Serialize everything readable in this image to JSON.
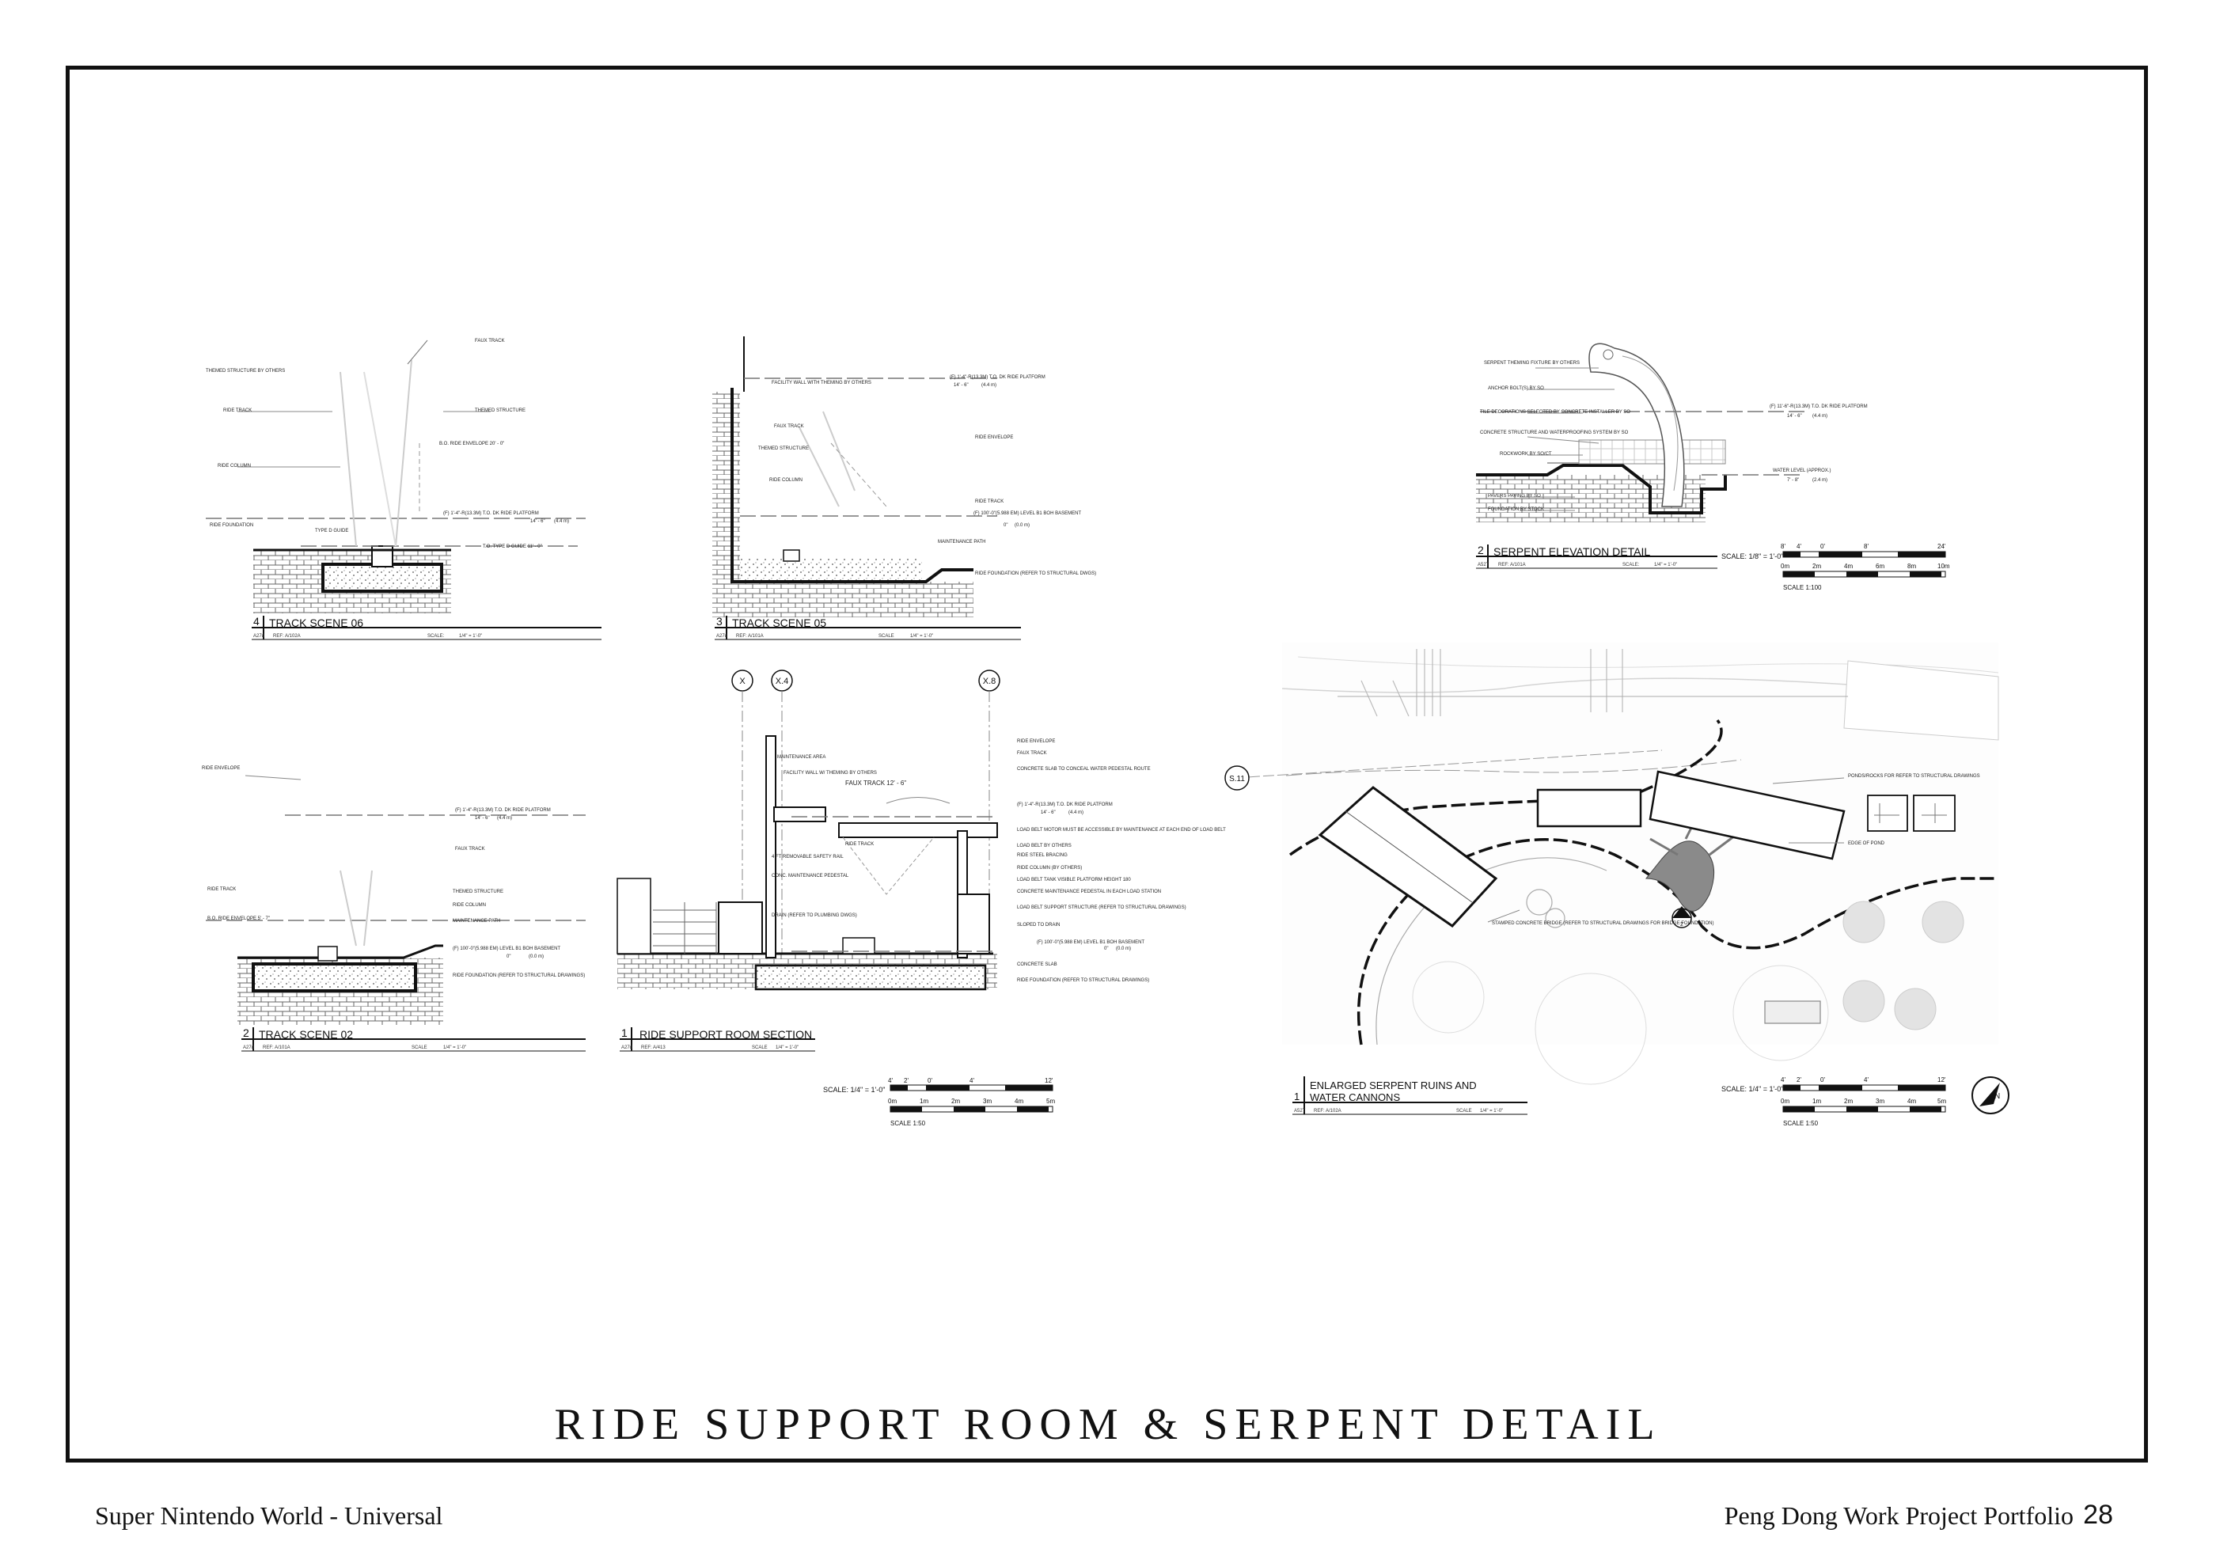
{
  "page": {
    "title": "RIDE SUPPORT ROOM & SERPENT DETAIL",
    "footer_left": "Super Nintendo World - Universal",
    "footer_right": "Peng Dong Work Project Portfolio",
    "page_number": "28"
  },
  "drawings": {
    "track_scene_06": {
      "number": "4",
      "title": "TRACK SCENE 06",
      "sheet": "A27d",
      "ref": "REF: A/102A",
      "scale_label": "SCALE:",
      "scale": "1/4\" = 1'-0\"",
      "notes": [
        "FAUX TRACK",
        "THEMED STRUCTURE BY OTHERS",
        "THEMED STRUCTURE",
        "RIDE TRACK",
        "B.O. RIDE ENVELOPE 20' - 0\"",
        "RIDE COLUMN",
        "(F) 1'-4\"-R(13.3M) T.O. DK RIDE PLATFORM",
        "14' - 6\"",
        "(4.4 m)",
        "RIDE FOUNDATION",
        "TYPE D GUIDE",
        "T.O. TYPE D GUIDE 11' - 0\""
      ]
    },
    "track_scene_05": {
      "number": "3",
      "title": "TRACK SCENE 05",
      "sheet": "A27d",
      "ref": "REF: A/101A",
      "scale_label": "SCALE",
      "scale": "1/4\" = 1'-0\"",
      "notes": [
        "FACILITY WALL WITH THEMING BY OTHERS",
        "(F) 1'-4\"-R(13.3M) T.O. DK RIDE PLATFORM",
        "14' - 6\"",
        "(4.4 m)",
        "FAUX TRACK",
        "RIDE ENVELOPE",
        "THEMED STRUCTURE",
        "RIDE COLUMN",
        "RIDE TRACK",
        "(F) 100'-0\"(5.988 EM) LEVEL B1 BOH BASEMENT",
        "0\"",
        "(0.0 m)",
        "MAINTENANCE PATH",
        "RIDE FOUNDATION (REFER TO STRUCTURAL DWGS)"
      ]
    },
    "track_scene_02": {
      "number": "2",
      "title": "TRACK SCENE 02",
      "sheet": "A27d",
      "ref": "REF: A/101A",
      "scale_label": "SCALE",
      "scale": "1/4\" = 1'-0\"",
      "notes": [
        "RIDE ENVELOPE",
        "(F) 1'-4\"-R(13.3M) T.O. DK RIDE PLATFORM",
        "14' - 6\"",
        "(4.4 m)",
        "FAUX TRACK",
        "RIDE TRACK",
        "THEMED STRUCTURE",
        "RIDE COLUMN",
        "B.O. RIDE ENVELOPE 5' - 7\"",
        "MAINTENANCE PATH",
        "(F) 100'-0\"(5.988 EM) LEVEL B1 BOH BASEMENT",
        "0\"",
        "(0.0 m)",
        "RIDE FOUNDATION (REFER TO STRUCTURAL DRAWINGS)"
      ]
    },
    "ride_support_room_section": {
      "number": "1",
      "title": "RIDE SUPPORT ROOM SECTION",
      "sheet": "A27d",
      "ref": "REF: A/413",
      "scale_label": "SCALE",
      "scale": "1/4\" = 1'-0\"",
      "grid_labels": [
        "X",
        "X.4",
        "X.8"
      ],
      "notes": [
        "RIDE ENVELOPE",
        "FAUX TRACK",
        "CONCRETE SLAB TO CONCEAL WATER PEDESTAL ROUTE",
        "MAINTENANCE AREA",
        "FACILITY WALL W/ THEMING BY OTHERS",
        "FAUX TRACK 12' - 6\"",
        "(F) 1'-4\"-R(13.3M) T.O. DK RIDE PLATFORM",
        "14' - 6\"",
        "(4.4 m)",
        "LOAD BELT MOTOR MUST BE ACCESSIBLE BY MAINTENANCE AT EACH END OF LOAD BELT",
        "RIDE TRACK",
        "LOAD BELT BY OTHERS",
        "RIDE STEEL BRACING",
        "RIDE COLUMN (BY OTHERS)",
        "LOAD BELT TANK VISIBLE PLATFORM HEIGHT 180",
        "CONCRETE MAINTENANCE PEDESTAL IN EACH LOAD STATION",
        "LOAD BELT SUPPORT STRUCTURE (REFER TO STRUCTURAL DRAWINGS)",
        "SLOPED TO DRAIN",
        "(F) 100'-0\"(5.988 EM) LEVEL B1 BOH BASEMENT",
        "0\"",
        "(0.0 m)",
        "CONCRETE SLAB",
        "RIDE FOUNDATION (REFER TO STRUCTURAL DRAWINGS)",
        "DRAIN (REFER TO PLUMBING DWGS)",
        "4 FT REMOVABLE SAFETY RAIL",
        "CONC. MAINTENANCE PEDESTAL"
      ],
      "scale_bar": {
        "label": "SCALE: 1/4\" = 1'-0\"",
        "imperial": [
          "4'",
          "2'",
          "0'",
          "4'",
          "12'"
        ],
        "metric": [
          "0m",
          "1m",
          "2m",
          "3m",
          "4m",
          "5m"
        ],
        "ratio": "SCALE 1:50"
      }
    },
    "serpent_elevation_detail": {
      "number": "2",
      "title": "SERPENT ELEVATION DETAIL",
      "sheet": "A52T",
      "ref": "REF: A/101A",
      "scale_label": "SCALE:",
      "scale": "1/4\" = 1'-0\"",
      "notes": [
        "SERPENT THEMING FIXTURE BY OTHERS",
        "ANCHOR BOLT(S) BY SO",
        "TILE DECORATIONS SELECTED BY CONCRETE INSTALLER BY SO",
        "CONCRETE STRUCTURE AND WATERPROOFING SYSTEM BY SO",
        "ROCKWORK BY SO/CT",
        "PAVERS PAVING BY SO",
        "FOUNDATION BY STOCK",
        "(F) 11'-6\"-R(13.3M) T.O. DK RIDE PLATFORM",
        "14' - 6\"",
        "(4.4 m)",
        "WATER LEVEL (APPROX.)",
        "7' - 8\"",
        "(2.4 m)"
      ],
      "scale_bar": {
        "label": "SCALE: 1/8\" = 1'-0\"",
        "imperial": [
          "8'",
          "4'",
          "0'",
          "8'",
          "24'"
        ],
        "metric": [
          "0m",
          "2m",
          "4m",
          "6m",
          "8m",
          "10m"
        ],
        "ratio": "SCALE 1:100"
      }
    },
    "enlarged_serpent_ruins": {
      "number": "1",
      "title_line1": "ENLARGED SERPENT RUINS AND",
      "title_line2": "WATER CANNONS",
      "sheet": "A52T",
      "ref": "REF: A/102A",
      "scale_label": "SCALE",
      "scale": "1/4\" = 1'-0\"",
      "section_tag": "S.11",
      "notes": [
        "PONDS/ROCKS FOR REFER TO STRUCTURAL DRAWINGS",
        "EDGE OF POND",
        "STAMPED CONCRETE BRIDGE (REFER TO STRUCTURAL DRAWINGS FOR BRIDGE FOUNDATION)"
      ],
      "elevation_tag": "2",
      "scale_bar": {
        "label": "SCALE: 1/4\" = 1'-0\"",
        "imperial": [
          "4'",
          "2'",
          "0'",
          "4'",
          "12'"
        ],
        "metric": [
          "0m",
          "1m",
          "2m",
          "3m",
          "4m",
          "5m"
        ],
        "ratio": "SCALE 1:50"
      },
      "north_label": "N"
    }
  }
}
